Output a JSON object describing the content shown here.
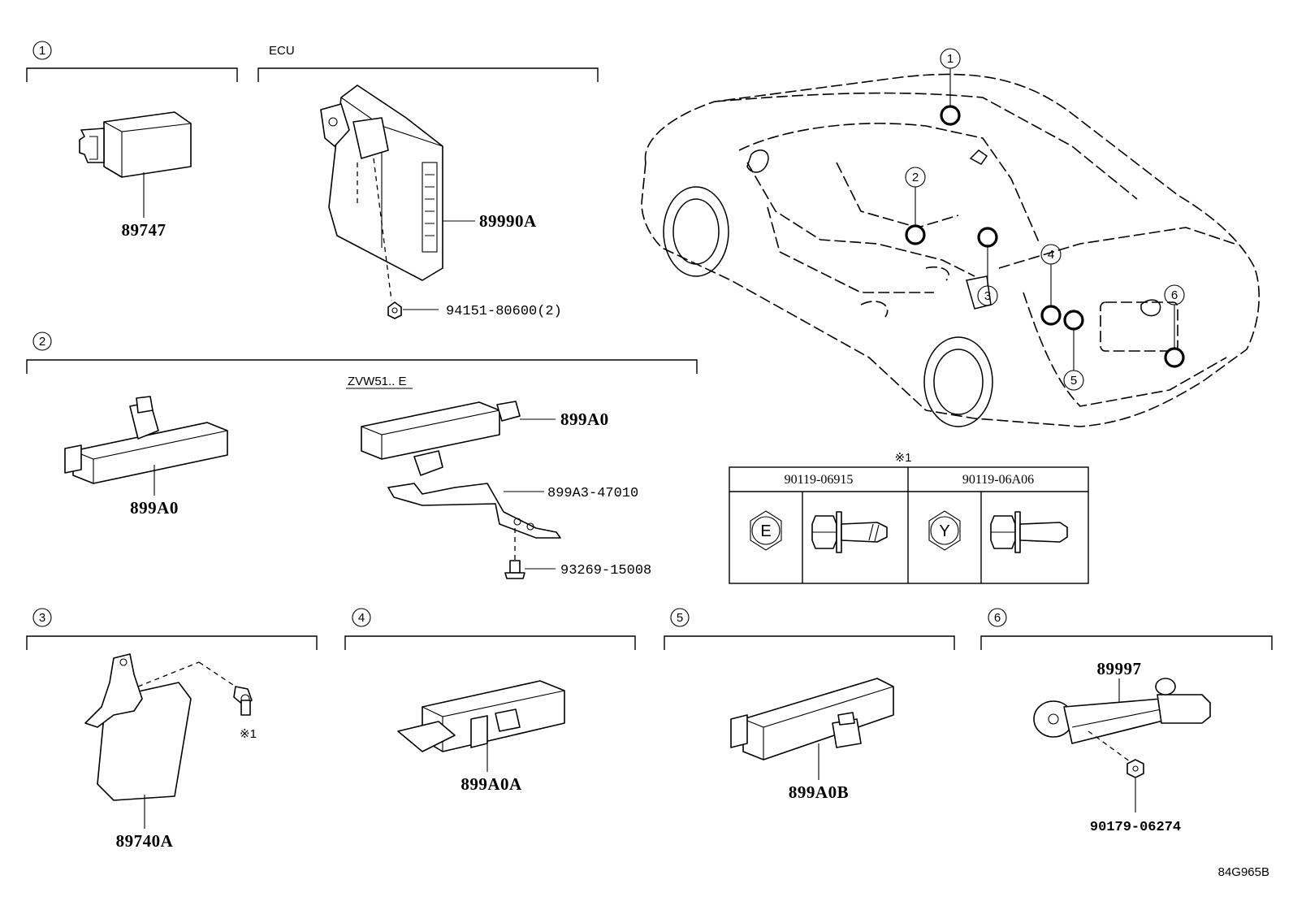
{
  "sections": {
    "s1": {
      "num": "1"
    },
    "ecu": {
      "label": "ECU"
    },
    "s2": {
      "num": "2",
      "variant": "ZVW51.. E"
    },
    "s3": {
      "num": "3"
    },
    "s4": {
      "num": "4"
    },
    "s5": {
      "num": "5"
    },
    "s6": {
      "num": "6"
    }
  },
  "parts": {
    "p89747": "89747",
    "p89990A": "89990A",
    "p94151": "94151-80600(2)",
    "p899A0_left": "899A0",
    "p899A0_right": "899A0",
    "p899A3": "899A3-47010",
    "p93269": "93269-15008",
    "p89740A": "89740A",
    "p899A0A": "899A0A",
    "p899A0B": "899A0B",
    "p89997": "89997",
    "p90179": "90179-06274"
  },
  "note_ref": "※1",
  "fastener_table": {
    "ref": "※1",
    "col1_header": "90119-06915",
    "col2_header": "90119-06A06",
    "col1_mark": "E",
    "col2_mark": "Y"
  },
  "car_callouts": [
    "1",
    "2",
    "3",
    "4",
    "5",
    "6"
  ],
  "diagram_id": "84G965B"
}
